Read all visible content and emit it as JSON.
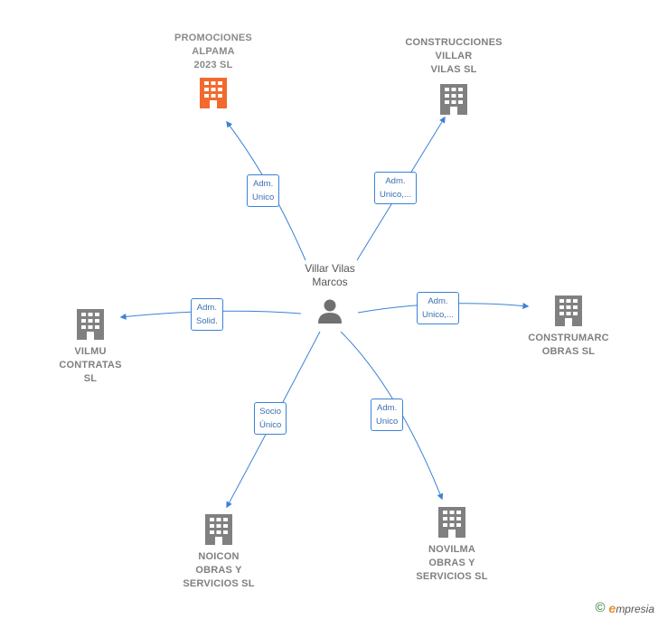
{
  "person": {
    "name_lines": [
      "Villar Vilas",
      "Marcos"
    ]
  },
  "companies": [
    {
      "id": "promociones",
      "lines": [
        "PROMOCIONES",
        "ALPAMA",
        "2023  SL"
      ],
      "color": "#f26a2e"
    },
    {
      "id": "construcciones",
      "lines": [
        "CONSTRUCCIONES",
        "VILLAR",
        "VILAS SL"
      ],
      "color": "#808080"
    },
    {
      "id": "vilmu",
      "lines": [
        "VILMU",
        "CONTRATAS",
        "SL"
      ],
      "color": "#808080"
    },
    {
      "id": "construmarc",
      "lines": [
        "CONSTRUMARC",
        "OBRAS  SL"
      ],
      "color": "#808080"
    },
    {
      "id": "noicon",
      "lines": [
        "NOICON",
        "OBRAS Y",
        "SERVICIOS  SL"
      ],
      "color": "#808080"
    },
    {
      "id": "novilma",
      "lines": [
        "NOVILMA",
        "OBRAS Y",
        "SERVICIOS SL"
      ],
      "color": "#808080"
    }
  ],
  "edges": [
    {
      "to": "promociones",
      "label_lines": [
        "Adm.",
        "Unico"
      ]
    },
    {
      "to": "construcciones",
      "label_lines": [
        "Adm.",
        "Unico,..."
      ]
    },
    {
      "to": "vilmu",
      "label_lines": [
        "Adm.",
        "Solid."
      ]
    },
    {
      "to": "construmarc",
      "label_lines": [
        "Adm.",
        "Unico,..."
      ]
    },
    {
      "to": "noicon",
      "label_lines": [
        "Socio",
        "Único"
      ]
    },
    {
      "to": "novilma",
      "label_lines": [
        "Adm.",
        "Unico"
      ]
    }
  ],
  "footer": {
    "copyright": "©",
    "brand_initial": "e",
    "brand_rest": "mpresia"
  },
  "colors": {
    "edge": "#3b82d6",
    "highlight": "#f26a2e",
    "building": "#808080",
    "person": "#707070"
  }
}
